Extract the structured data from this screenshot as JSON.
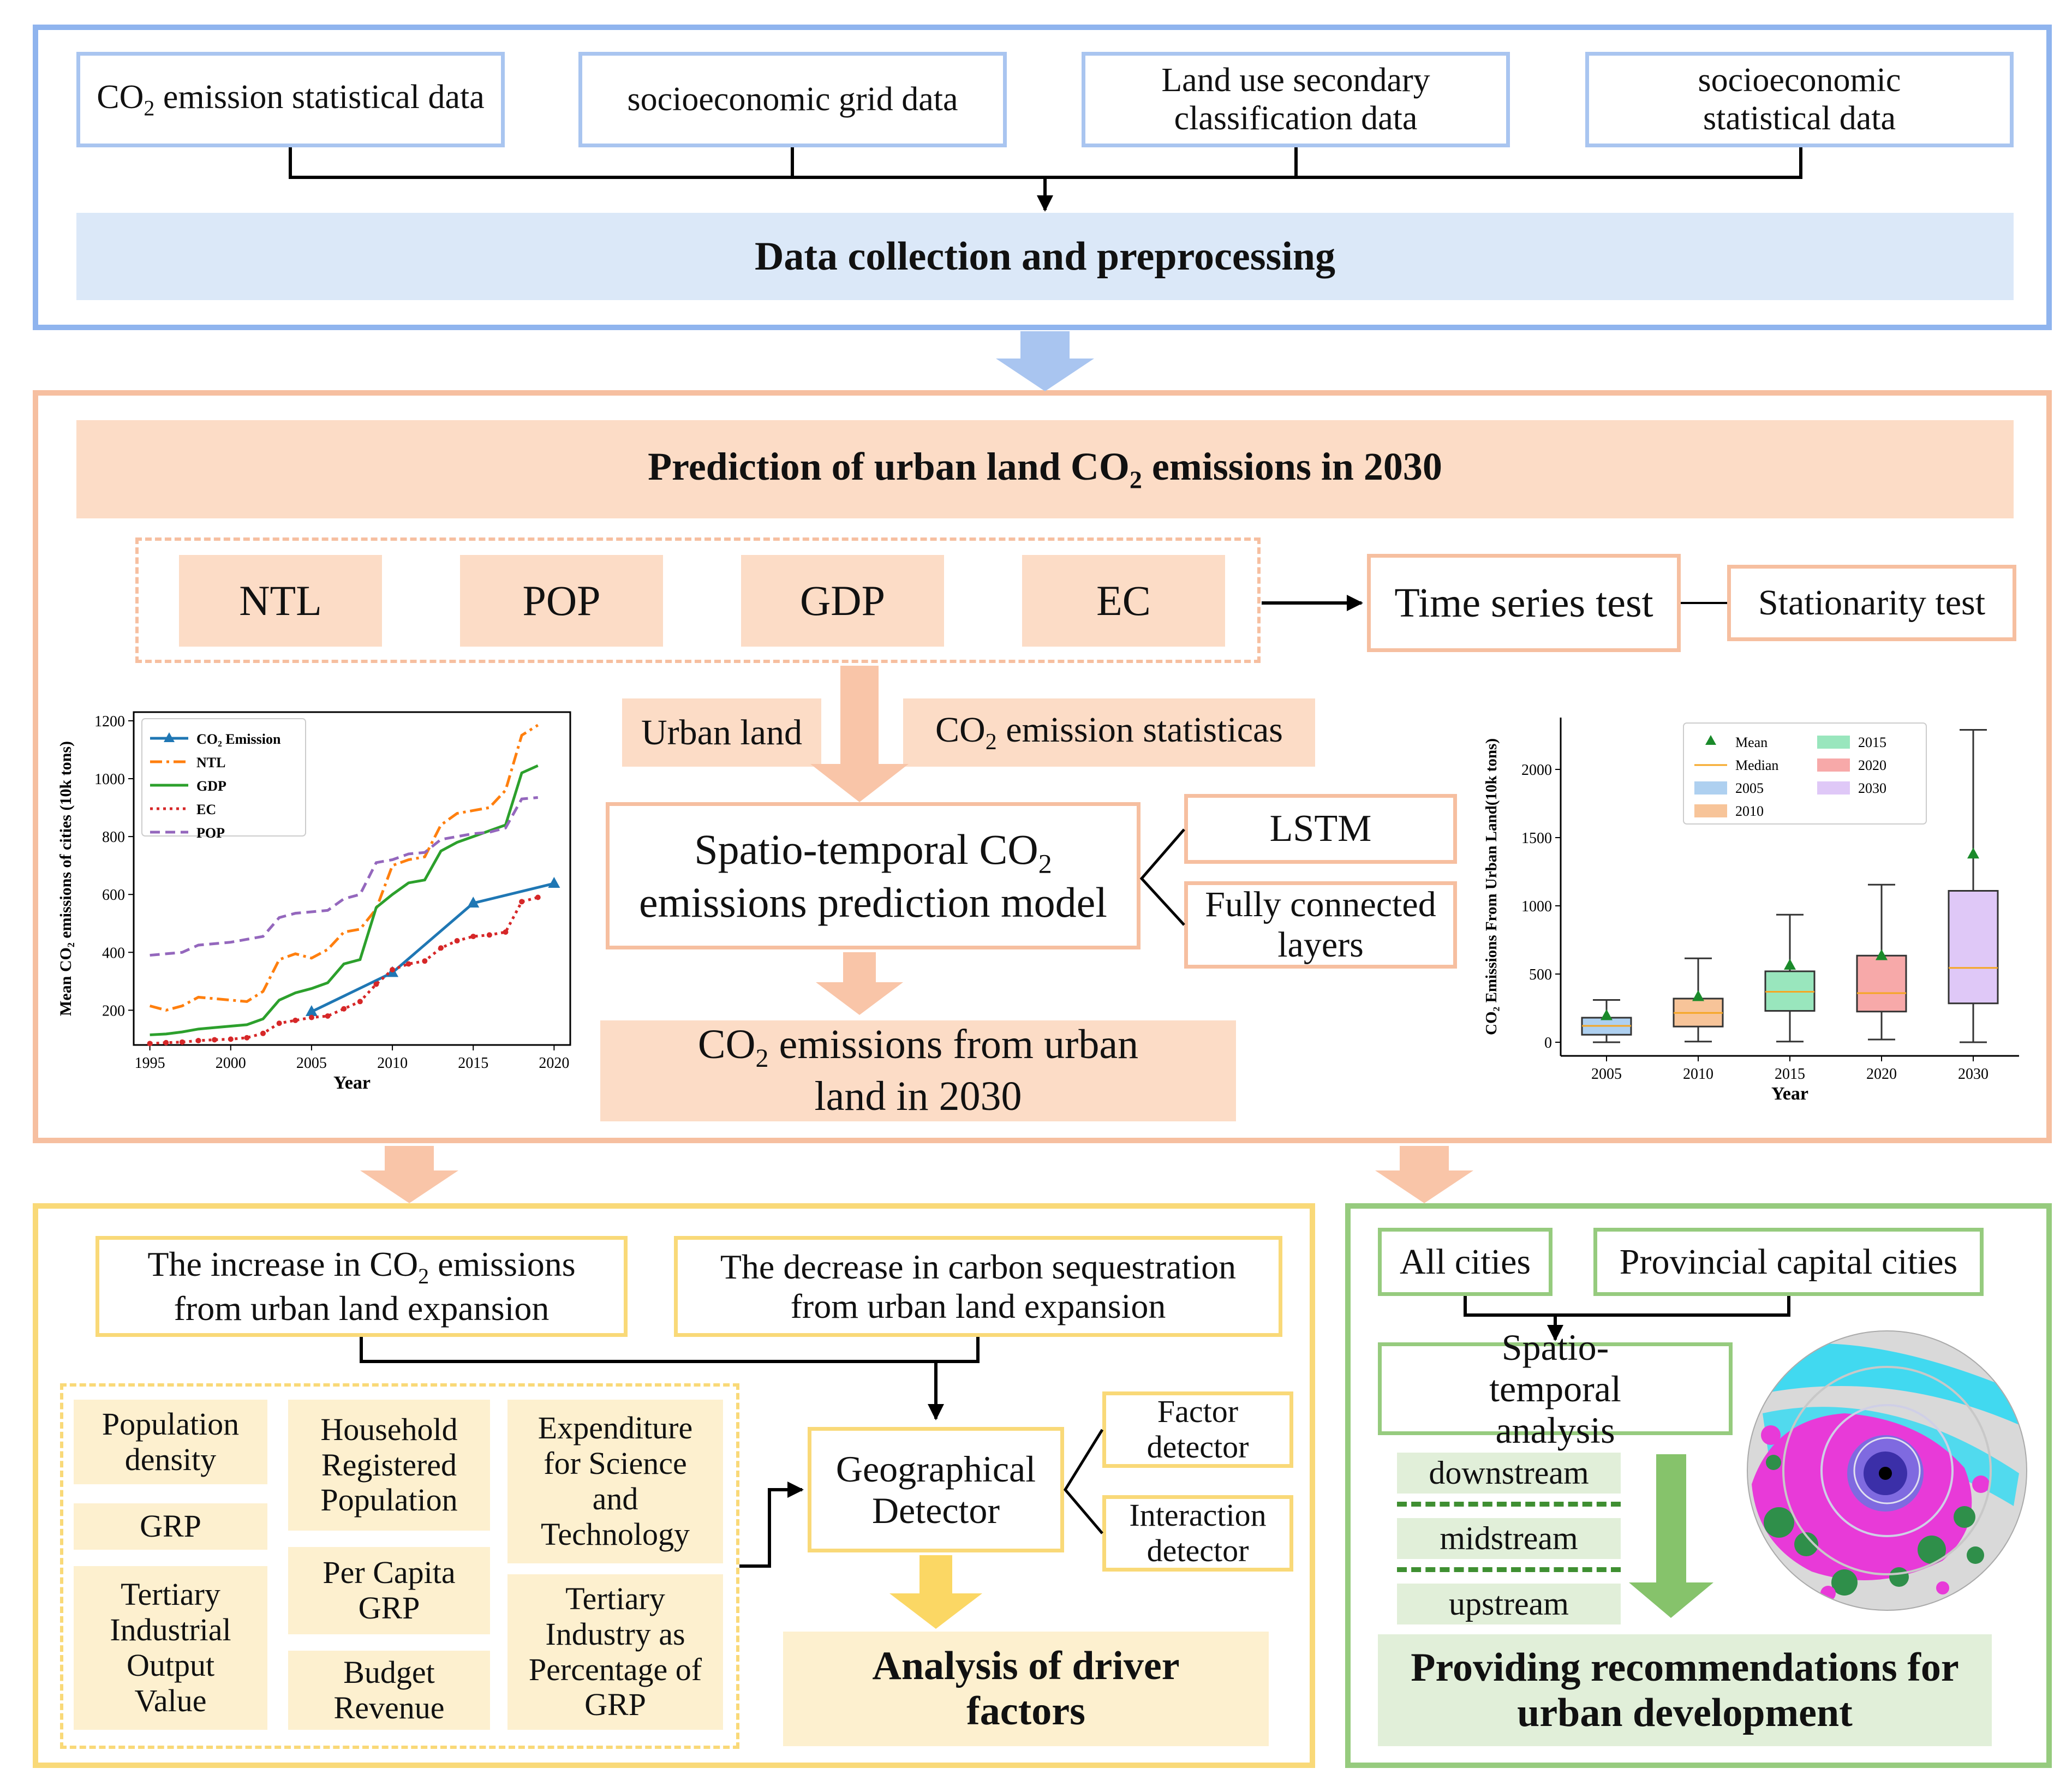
{
  "top": {
    "inputs": {
      "co2_stat": "emission statistical data",
      "grid": "socioeconomic grid data",
      "landuse": "Land use secondary classification data",
      "socio_stat": "socioeconomic statistical data"
    },
    "title": "Data collection and preprocessing"
  },
  "prediction": {
    "title_pre": "Prediction of urban land CO",
    "title_post": " emissions in 2030",
    "variables": [
      "NTL",
      "POP",
      "GDP",
      "EC"
    ],
    "time_series_test": "Time series test",
    "stationarity_test": "Stationarity test",
    "urban_land": "Urban land",
    "emission_statisticas_post": " emission statisticas",
    "model_line1_pre": "Spatio-temporal CO",
    "model_line2": "emissions prediction model",
    "lstm": "LSTM",
    "fully_connected": "Fully connected layers",
    "output_pre": "CO",
    "output_post": " emissions from urban land in 2030"
  },
  "chart_left": {
    "ylabel": "Mean CO₂ emissions of cities (10k tons)",
    "xlabel": "Year"
  },
  "chart_right": {
    "ylabel": "CO₂ Emissions From Urban Land(10k tons)",
    "xlabel": "Year",
    "legend": {
      "mean": "Mean",
      "median": "Median"
    }
  },
  "chart_data": [
    {
      "type": "line",
      "xlabel": "Year",
      "ylabel": "Mean CO₂ emissions of cities (10k tons)",
      "xlim": [
        1994,
        2021
      ],
      "ylim": [
        80,
        1230
      ],
      "xticks": [
        1995,
        2000,
        2005,
        2010,
        2015,
        2020
      ],
      "yticks": [
        200,
        400,
        600,
        800,
        1000,
        1200
      ],
      "legend_position": "top-left",
      "series": [
        {
          "name": "CO₂ Emission",
          "color": "#1f77b4",
          "style": "solid-triangle",
          "x": [
            2005,
            2010,
            2015,
            2020
          ],
          "y": [
            195,
            330,
            570,
            638
          ]
        },
        {
          "name": "NTL",
          "color": "#ff7f0e",
          "style": "dashdot",
          "x": [
            1995,
            1996,
            1997,
            1998,
            1999,
            2000,
            2001,
            2002,
            2003,
            2004,
            2005,
            2006,
            2007,
            2008,
            2009,
            2010,
            2011,
            2012,
            2013,
            2014,
            2015,
            2016,
            2017,
            2018,
            2019
          ],
          "y": [
            215,
            200,
            215,
            245,
            240,
            235,
            230,
            265,
            375,
            395,
            380,
            410,
            470,
            480,
            550,
            700,
            720,
            730,
            840,
            880,
            890,
            900,
            960,
            1150,
            1185
          ]
        },
        {
          "name": "GDP",
          "color": "#2ca02c",
          "style": "solid",
          "x": [
            1995,
            1996,
            1997,
            1998,
            1999,
            2000,
            2001,
            2002,
            2003,
            2004,
            2005,
            2006,
            2007,
            2008,
            2009,
            2010,
            2011,
            2012,
            2013,
            2014,
            2015,
            2016,
            2017,
            2018,
            2019
          ],
          "y": [
            115,
            118,
            125,
            135,
            140,
            145,
            150,
            170,
            235,
            260,
            275,
            295,
            360,
            375,
            555,
            600,
            640,
            650,
            750,
            780,
            800,
            820,
            840,
            1020,
            1045
          ]
        },
        {
          "name": "EC",
          "color": "#d62728",
          "style": "dotted-marker",
          "x": [
            1995,
            1996,
            1997,
            1998,
            1999,
            2000,
            2001,
            2002,
            2003,
            2004,
            2005,
            2006,
            2007,
            2008,
            2009,
            2010,
            2011,
            2012,
            2013,
            2014,
            2015,
            2016,
            2017,
            2018,
            2019
          ],
          "y": [
            85,
            88,
            90,
            95,
            98,
            100,
            105,
            120,
            155,
            165,
            175,
            180,
            205,
            230,
            290,
            340,
            360,
            370,
            415,
            440,
            455,
            460,
            470,
            575,
            590
          ]
        },
        {
          "name": "POP",
          "color": "#9467bd",
          "style": "dashed",
          "x": [
            1995,
            1996,
            1997,
            1998,
            1999,
            2000,
            2001,
            2002,
            2003,
            2004,
            2005,
            2006,
            2007,
            2008,
            2009,
            2010,
            2011,
            2012,
            2013,
            2014,
            2015,
            2016,
            2017,
            2018,
            2019
          ],
          "y": [
            390,
            395,
            400,
            425,
            430,
            435,
            445,
            455,
            520,
            535,
            540,
            545,
            585,
            600,
            710,
            720,
            740,
            745,
            790,
            800,
            810,
            815,
            830,
            930,
            935
          ]
        }
      ]
    },
    {
      "type": "box",
      "xlabel": "Year",
      "ylabel": "CO₂ Emissions From Urban Land(10k tons)",
      "ylim": [
        -100,
        2380
      ],
      "yticks": [
        0,
        500,
        1000,
        1500,
        2000
      ],
      "legend_position": "top",
      "categories": [
        "2005",
        "2010",
        "2015",
        "2020",
        "2030"
      ],
      "boxes": [
        {
          "name": "2005",
          "color": "#aed0f0",
          "whisker_low": 0,
          "q1": 55,
          "median": 120,
          "q3": 180,
          "whisker_high": 310,
          "mean": 190
        },
        {
          "name": "2010",
          "color": "#f7c499",
          "whisker_low": 5,
          "q1": 115,
          "median": 215,
          "q3": 320,
          "whisker_high": 615,
          "mean": 330
        },
        {
          "name": "2015",
          "color": "#99e6bd",
          "whisker_low": 5,
          "q1": 230,
          "median": 370,
          "q3": 520,
          "whisker_high": 935,
          "mean": 560
        },
        {
          "name": "2020",
          "color": "#f7a9a9",
          "whisker_low": 20,
          "q1": 225,
          "median": 360,
          "q3": 635,
          "whisker_high": 1155,
          "mean": 630
        },
        {
          "name": "2030",
          "color": "#dfc8f7",
          "whisker_low": 0,
          "q1": 285,
          "median": 545,
          "q3": 1110,
          "whisker_high": 2290,
          "mean": 1375
        }
      ]
    }
  ],
  "drivers": {
    "increase_pre": "The increase in CO",
    "increase_post": " emissions from urban land expansion",
    "decrease": "The decrease in carbon sequestration from urban land expansion",
    "factors": {
      "pop_density": "Population density",
      "grp": "GRP",
      "tertiary_output": "Tertiary Industrial Output Value",
      "household": "Household Registered Population",
      "per_capita": "Per Capita GRP",
      "budget": "Budget Revenue",
      "expenditure": "Expenditure for Science and Technology",
      "tertiary_pct": "Tertiary Industry as Percentage of GRP"
    },
    "geo_detector": "Geographical Detector",
    "factor_detector": "Factor detector",
    "interaction_detector": "Interaction detector",
    "title": "Analysis of driver factors"
  },
  "recommend": {
    "all_cities": "All cities",
    "provincial": "Provincial capital cities",
    "spatio": "Spatio-temporal analysis",
    "downstream": "downstream",
    "midstream": "midstream",
    "upstream": "upstream",
    "title": "Providing recommendations for urban development"
  },
  "colors": {
    "blue_border": "#8fb4ee",
    "blue_fill": "#dbe8f8",
    "orange_border": "#f6bfa0",
    "orange_fill": "#fcdcc6",
    "yellow_border": "#f9d978",
    "yellow_fill": "#fdf0cf",
    "green_border": "#96cb7e",
    "green_fill": "#e1efd9"
  }
}
